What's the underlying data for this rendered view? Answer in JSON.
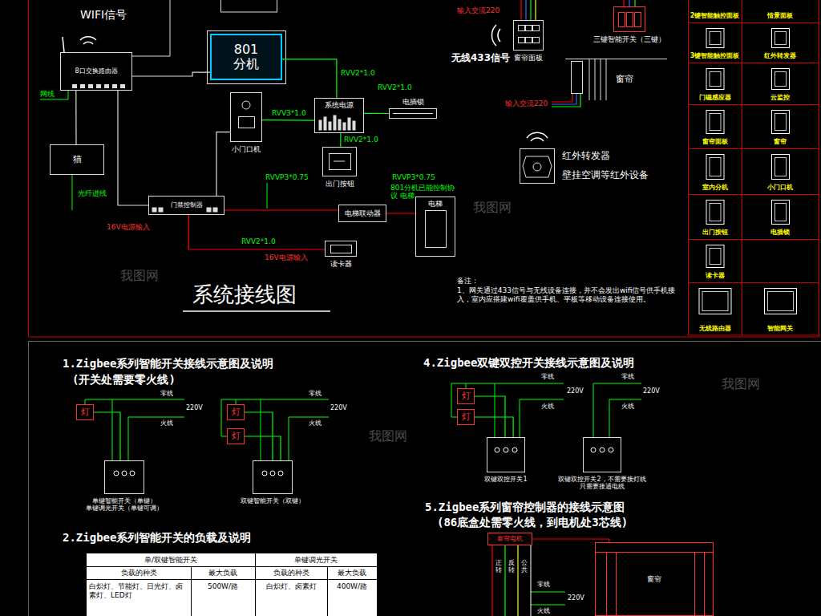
{
  "diagram": {
    "title": "系统接线图",
    "nodes": [
      {
        "text": [
          "8口交换路由器"
        ]
      },
      {
        "text": [
          "猫"
        ]
      },
      {
        "text": [
          "801 分机"
        ]
      },
      {
        "text": [
          "小门口机"
        ]
      },
      {
        "text": [
          "系统电源"
        ]
      },
      {
        "text": [
          "电插锁"
        ]
      },
      {
        "text": [
          "出门按钮"
        ]
      },
      {
        "text": [
          "门禁控制器"
        ]
      },
      {
        "text": [
          "电梯联动器"
        ]
      },
      {
        "text": [
          "电梯"
        ]
      },
      {
        "text": [
          "读卡器"
        ]
      },
      {
        "text": [
          "窗帘面板"
        ]
      },
      {
        "text": [
          "三键智能开关（三键）"
        ]
      },
      {
        "text": [
          "红外转发器",
          "壁挂空调等红外设备"
        ]
      },
      {
        "text": [
          "灯"
        ]
      },
      {
        "text": [
          "单键智能开关（单键） 单键调光开关（单键可调）"
        ]
      },
      {
        "text": [
          "灯"
        ]
      },
      {
        "text": [
          "灯"
        ]
      },
      {
        "text": [
          "双键智能开关（双键）"
        ]
      },
      {
        "text": [
          "灯"
        ]
      },
      {
        "text": [
          "灯"
        ]
      },
      {
        "text": [
          "双键双控开关1"
        ]
      },
      {
        "text": [
          "双键双控开关2，不需要接灯线 只需要接通电线"
        ]
      },
      {
        "text": [
          "窗帘电机"
        ]
      },
      {
        "text": [
          "窗帘"
        ]
      }
    ],
    "edges": [
      {
        "from": 0,
        "to": 1,
        "arrow": "none"
      },
      {
        "from": 0,
        "to": 7,
        "arrow": "none"
      },
      {
        "from": 2,
        "to": 4,
        "arrow": "none",
        "label": "RVV2*1.0"
      },
      {
        "from": 4,
        "to": 5,
        "arrow": "none",
        "label": "RVV2*1.0"
      },
      {
        "from": 3,
        "to": 4,
        "arrow": "none",
        "label": "RVV3*1.0"
      },
      {
        "from": 4,
        "to": 6,
        "arrow": "none",
        "label": "RVV2*1.0"
      },
      {
        "from": 7,
        "to": 8,
        "arrow": "none",
        "label": "RVVP3*0.75"
      },
      {
        "from": 8,
        "to": 9,
        "arrow": "none",
        "label": "RVVP3*0.75"
      },
      {
        "from": 7,
        "to": 10,
        "arrow": "none",
        "label": "RVV2*1.0"
      },
      {
        "from": 3,
        "to": 7,
        "arrow": "none"
      },
      {
        "from": 0,
        "to": 2,
        "arrow": "none"
      },
      {
        "from": 14,
        "to": 15,
        "arrow": "none"
      },
      {
        "from": 16,
        "to": 18,
        "arrow": "none"
      },
      {
        "from": 17,
        "to": 18,
        "arrow": "none"
      },
      {
        "from": 19,
        "to": 21,
        "arrow": "none"
      },
      {
        "from": 20,
        "to": 21,
        "arrow": "none"
      },
      {
        "from": 23,
        "to": 24,
        "arrow": "none"
      }
    ],
    "labels": [
      "WIFI信号",
      "网线",
      "光纤进线",
      "16V电源输入",
      "16V电源输入",
      "输入交流220",
      "输入交流220",
      "无线433信号",
      "窗帘",
      "备注：",
      "1、网关通过433信号与无线设备连接，并不会发出wifi信号供手机接入，室内应搭建wifi覆盖供手机、平板等移动设备连接使用。",
      "我图网",
      "我图网",
      "我图网",
      "我图网",
      "801分机已能控制协议 电梯",
      "1.Zigbee系列智能开关接线示意图及说明",
      "(开关处需要零火线)",
      "零线",
      "220V",
      "火线",
      "零线",
      "220V",
      "火线",
      "2.Zigbee系列智能开关的负载及说明",
      "单/双键智能开关",
      "单键调光开关",
      "负载的种类",
      "最大负载",
      "负载的种类",
      "最大负载",
      "白炽灯、节能灯、日光灯、卤素灯、LED灯",
      "500W/路",
      "白炽灯、卤素灯",
      "400W/路",
      "4.Zigbee双键双控开关接线示意图及说明",
      "零线",
      "220V",
      "火线",
      "零线",
      "220V",
      "火线",
      "5.Zigbee系列窗帘控制器的接线示意图",
      "(86底盒处需零火线，到电机处3芯线)",
      "正转",
      "反转",
      "公共",
      "零线",
      "220V",
      "火线"
    ],
    "legend": [
      {
        "text": "2键智能触控面板"
      },
      {
        "text": "情景面板"
      },
      {
        "text": "3键智能触控面板"
      },
      {
        "text": "红外转发器"
      },
      {
        "text": "门磁感应器"
      },
      {
        "text": "云监控"
      },
      {
        "text": "窗帘面板"
      },
      {
        "text": "窗帘"
      },
      {
        "text": "室内分机"
      },
      {
        "text": "小门口机"
      },
      {
        "text": "出门按钮"
      },
      {
        "text": "电插锁"
      },
      {
        "text": "读卡器"
      },
      {
        "text": "无线路由器"
      },
      {
        "text": "智能网关"
      }
    ]
  }
}
